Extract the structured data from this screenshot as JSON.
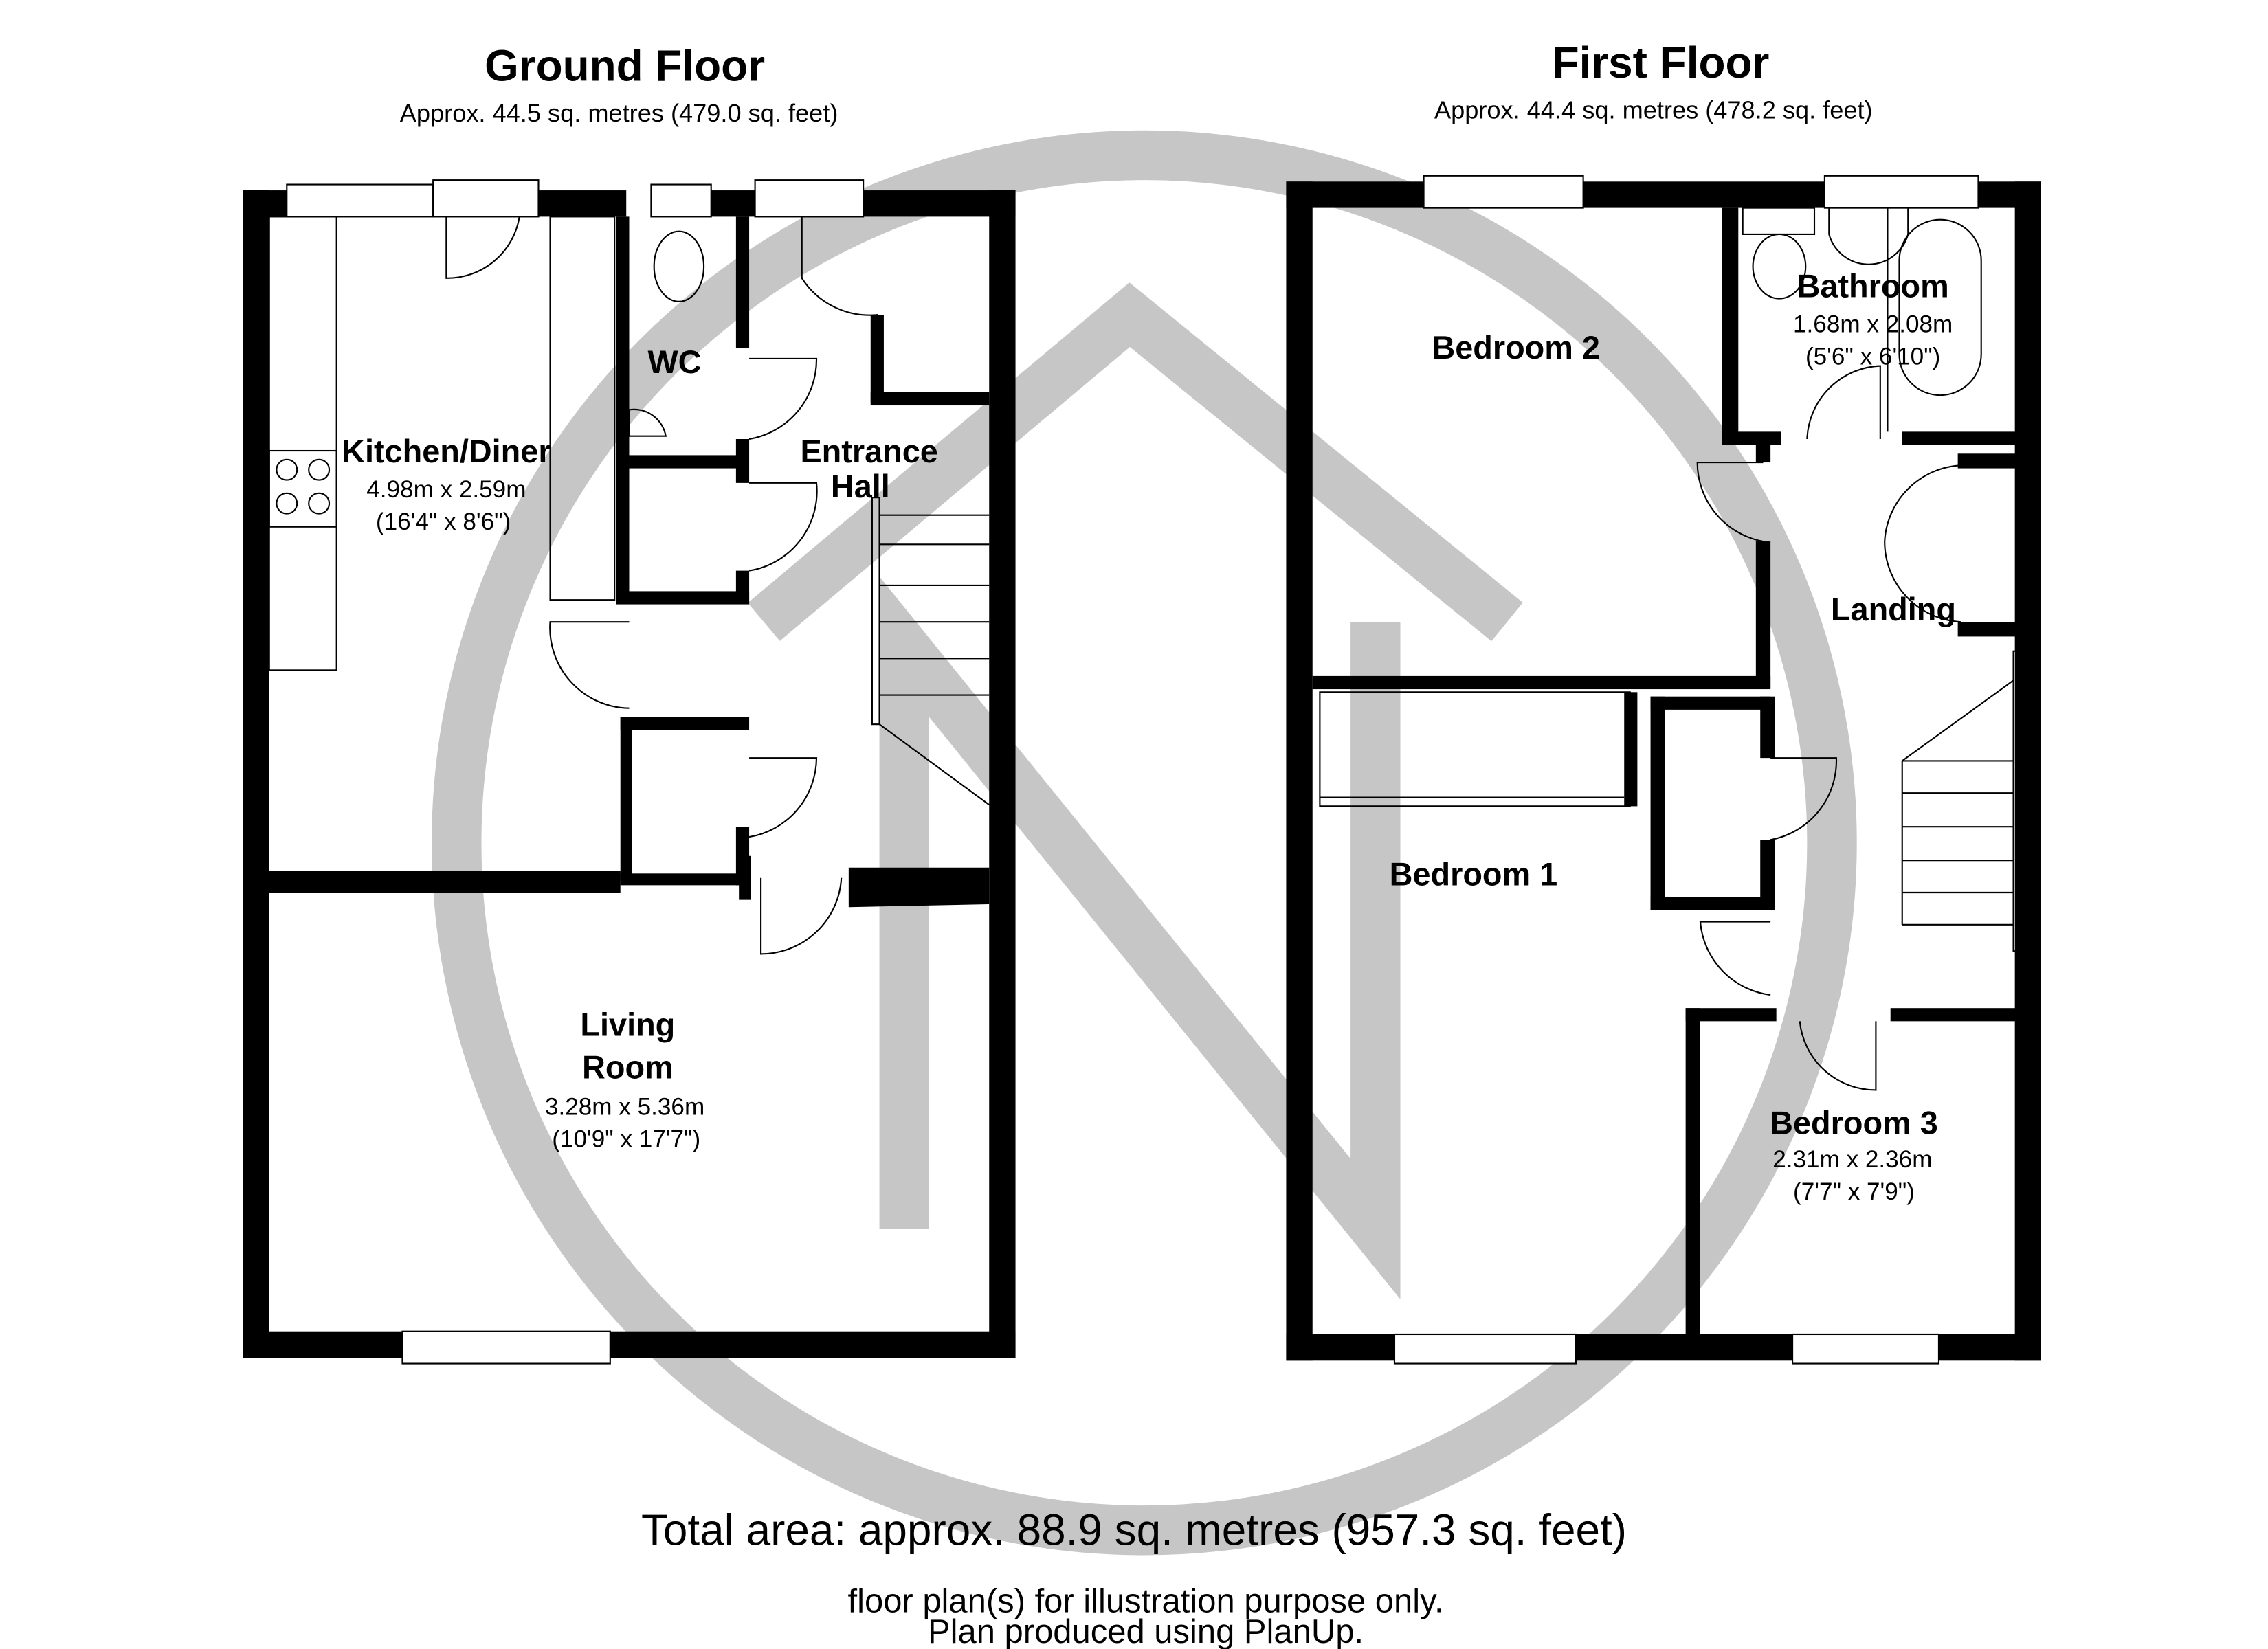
{
  "ground_floor": {
    "title": "Ground Floor",
    "area": "Approx.  44.5 sq. metres (479.0 sq. feet)",
    "rooms": [
      {
        "name": "Kitchen/Diner",
        "metric": "4.98m x 2.59m",
        "imperial": "(16'4\" x 8'6\")"
      },
      {
        "name": "WC"
      },
      {
        "name_line1": "Entrance",
        "name_line2": "Hall"
      },
      {
        "name_line1": "Living",
        "name_line2": "Room",
        "metric": "3.28m x 5.36m",
        "imperial": "(10'9\" x 17'7\")"
      }
    ]
  },
  "first_floor": {
    "title": "First Floor",
    "area": "Approx.  44.4 sq. metres (478.2 sq. feet)",
    "rooms": [
      {
        "name": "Bedroom 2"
      },
      {
        "name": "Bathroom",
        "metric": "1.68m x 2.08m",
        "imperial": "(5'6\" x 6'10\")"
      },
      {
        "name": "Landing"
      },
      {
        "name": "Bedroom 1"
      },
      {
        "name": "Bedroom 3",
        "metric": "2.31m x 2.36m",
        "imperial": "(7'7\" x 7'9\")"
      }
    ]
  },
  "footer": {
    "total": "Total area: approx.  88.9 sq. metres (957.3 sq. feet)",
    "disclaimer": "floor plan(s) for illustration purpose only.",
    "credit": "Plan produced using PlanUp."
  },
  "colors": {
    "wall": "#000000",
    "watermark": "#c6c6c6"
  }
}
